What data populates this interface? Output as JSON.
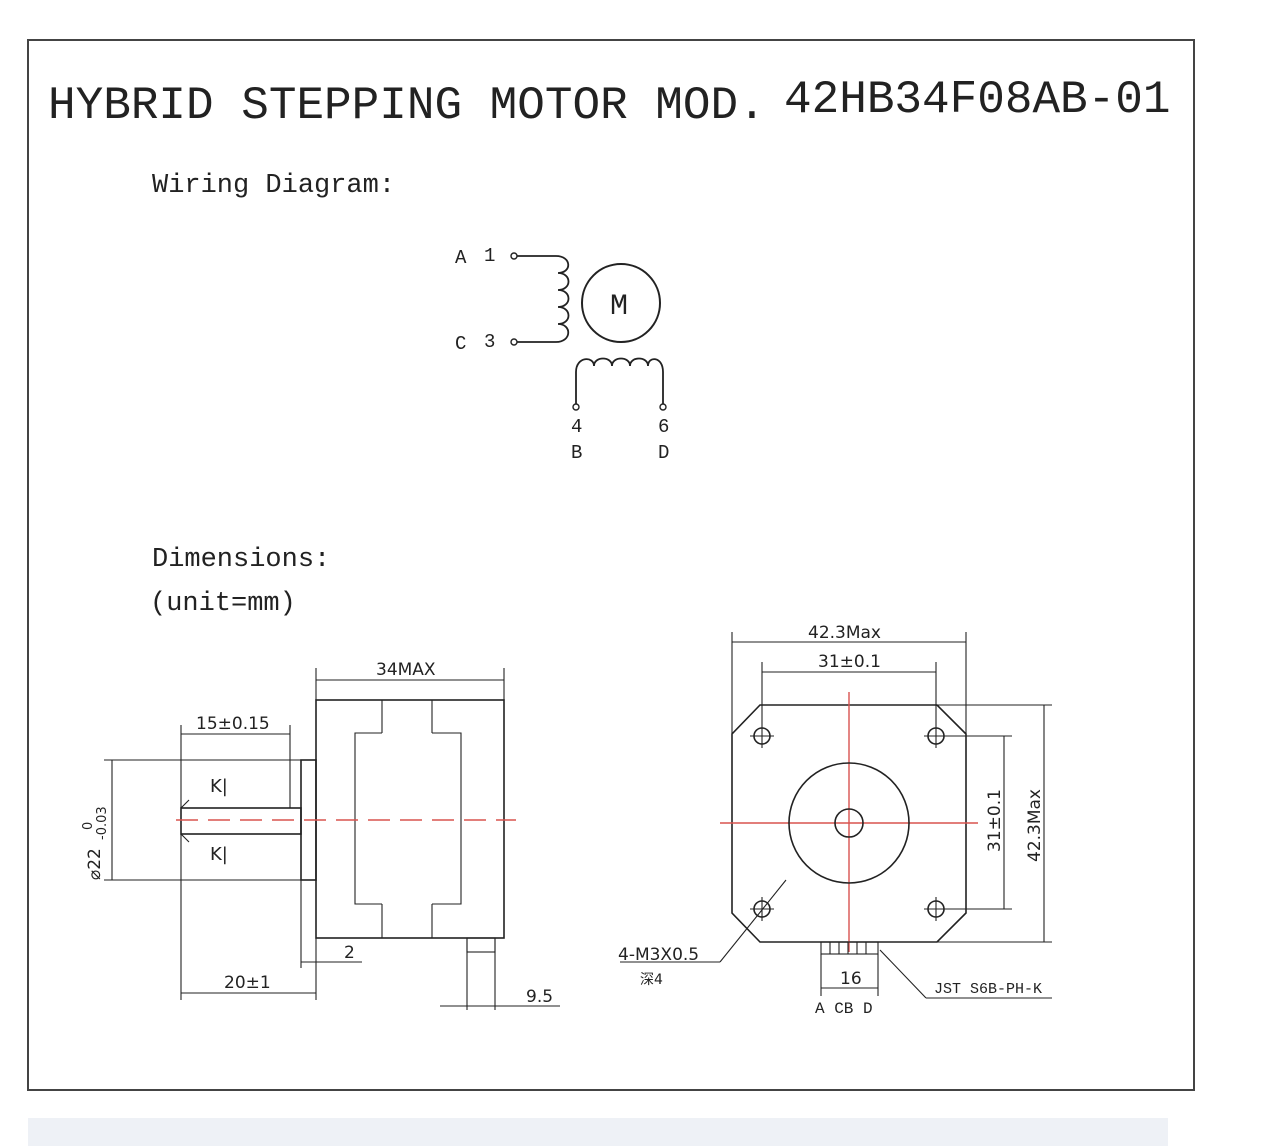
{
  "header": {
    "title_prefix": "HYBRID STEPPING MOTOR MOD.",
    "model": "42HB34F08AB-01"
  },
  "wiring": {
    "heading": "Wiring Diagram:",
    "motor_symbol": "M",
    "terminals": {
      "a_letter": "A",
      "a_num": "1",
      "c_letter": "C",
      "c_num": "3",
      "b_num": "4",
      "b_letter": "B",
      "d_num": "6",
      "d_letter": "D"
    }
  },
  "dimensions": {
    "heading": "Dimensions:",
    "unit": "(unit=mm)",
    "side": {
      "body_length": "34MAX",
      "shaft_length": "15±0.15",
      "shaft_diameter": "⌀22",
      "shaft_tol_upper": "0",
      "shaft_tol_lower": "-0.03",
      "key_top": "K|",
      "key_bottom": "K|",
      "flange": "2",
      "overall": "20±1",
      "connector": "9.5"
    },
    "front": {
      "width_max": "42.3Max",
      "hole_spacing_h": "31±0.1",
      "hole_spacing_v": "31±0.1",
      "height_max": "42.3Max",
      "screw": "4-M3X0.5",
      "screw_note": "深4",
      "connector_width": "16",
      "connector_type": "JST S6B-PH-K",
      "pin_labels": "A CB D"
    }
  }
}
